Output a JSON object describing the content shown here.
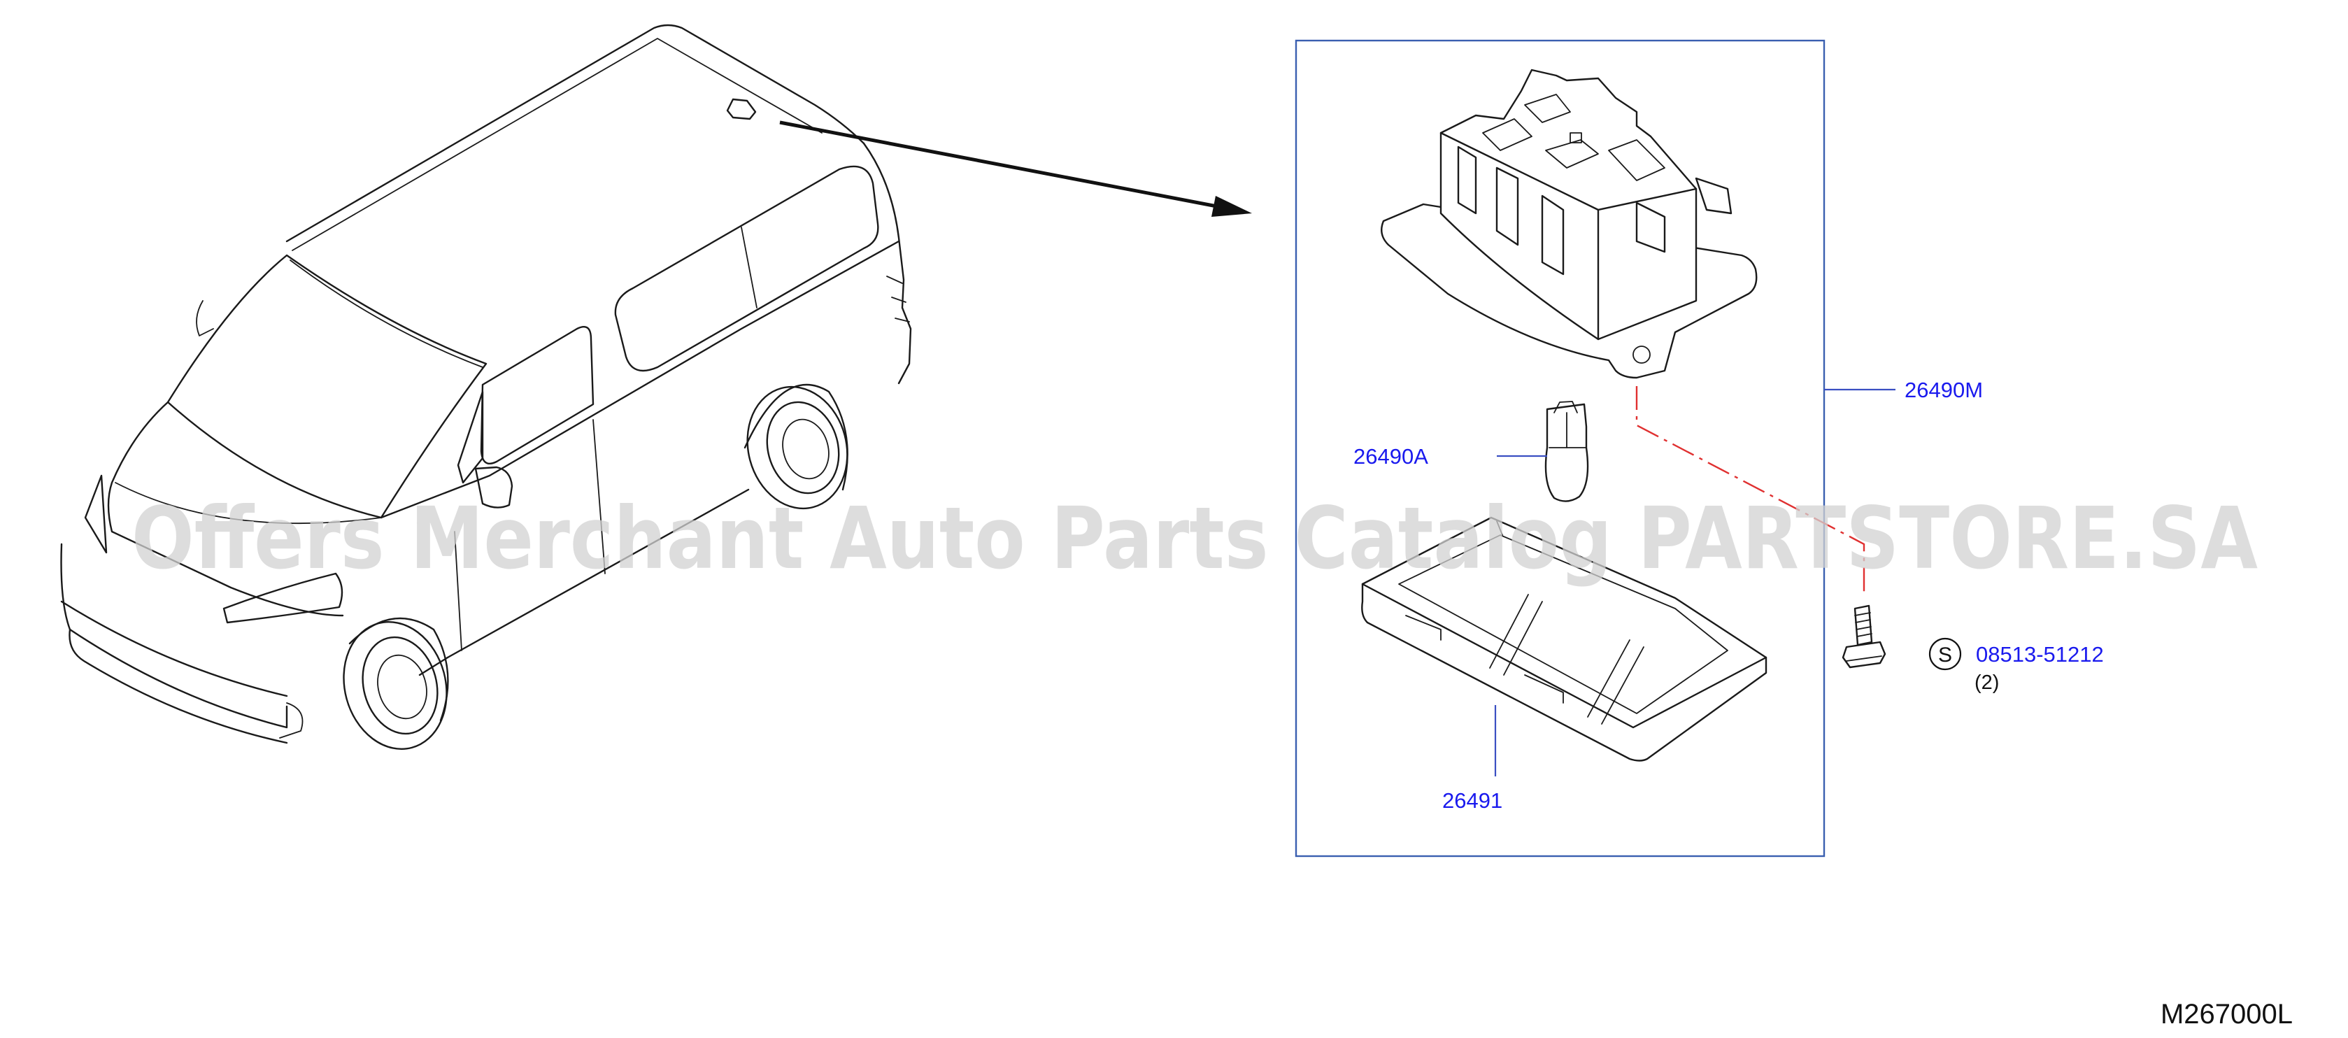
{
  "diagram": {
    "code": "M267000L",
    "watermark": "Offers Merchant Auto Parts Catalog PARTSTORE.SA",
    "colors": {
      "part_label": "#1a1aee",
      "frame": "#3a5fb0",
      "dash_line": "#e03030",
      "line_art": "#1a1a1a"
    },
    "parts": [
      {
        "id": "26490M",
        "label": "26490M"
      },
      {
        "id": "26490A",
        "label": "26490A"
      },
      {
        "id": "26491",
        "label": "26491"
      },
      {
        "id": "08513-51212",
        "label": "08513-51212",
        "symbol": "S",
        "quantity": "(2)"
      }
    ]
  }
}
